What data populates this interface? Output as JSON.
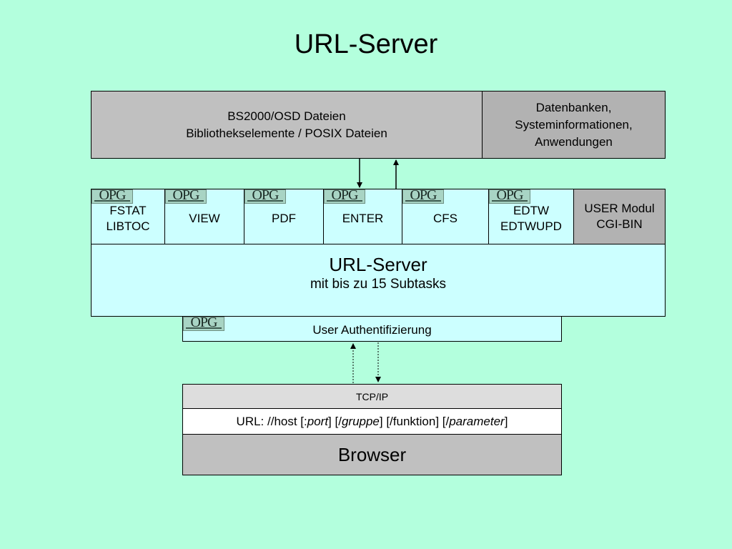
{
  "title": "URL-Server",
  "top": {
    "files_line1": "BS2000/OSD Dateien",
    "files_line2": "Bibliothekselemente / POSIX Dateien",
    "db_line1": "Datenbanken,",
    "db_line2": "Systeminformationen,",
    "db_line3": "Anwendungen"
  },
  "modules": [
    {
      "line1": "FSTAT",
      "line2": "LIBTOC"
    },
    {
      "line1": "VIEW",
      "line2": ""
    },
    {
      "line1": "PDF",
      "line2": ""
    },
    {
      "line1": "ENTER",
      "line2": ""
    },
    {
      "line1": "CFS",
      "line2": ""
    },
    {
      "line1": "EDTW",
      "line2": "EDTWUPD"
    }
  ],
  "user_module": {
    "line1": "USER Modul",
    "line2": "CGI-BIN"
  },
  "server": {
    "title": "URL-Server",
    "subtitle": "mit bis zu 15 Subtasks"
  },
  "auth": "User Authentifizierung",
  "logo_text": "OPG",
  "browser": {
    "protocol": "TCP/IP",
    "url": {
      "p1": "URL: //host [:",
      "port": "port",
      "p2": "] [/",
      "gruppe": "gruppe",
      "p3": "] [/funktion] [/",
      "parameter": "parameter",
      "p4": "]"
    },
    "label": "Browser"
  }
}
